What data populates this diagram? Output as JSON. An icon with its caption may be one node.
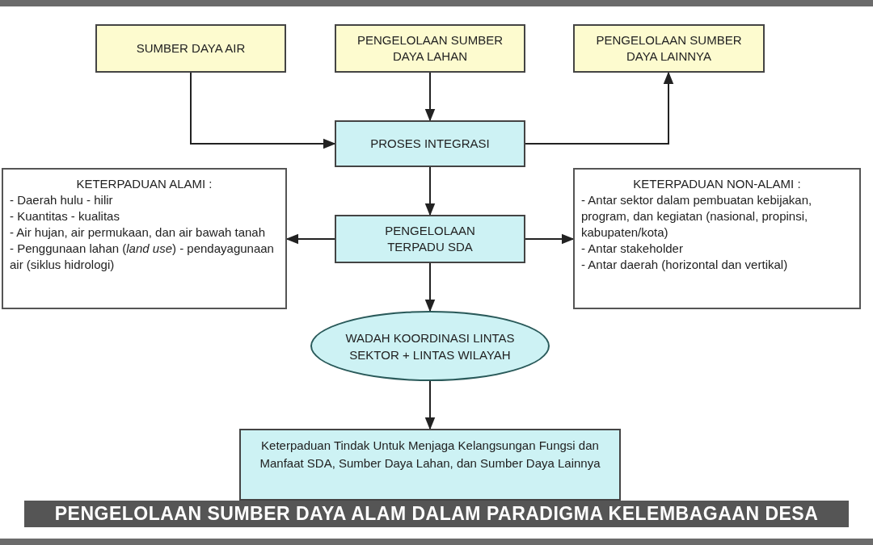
{
  "diagram": {
    "title": "PENGELOLAAN SUMBER DAYA ALAM DALAM PARADIGMA KELEMBAGAAN DESA",
    "nodes": [
      {
        "text": [
          "SUMBER DAYA AIR"
        ]
      },
      {
        "text": [
          "PENGELOLAAN SUMBER DAYA LAHAN"
        ]
      },
      {
        "text": [
          "PENGELOLAAN SUMBER DAYA LAINNYA"
        ]
      },
      {
        "text": [
          "PROSES INTEGRASI"
        ]
      },
      {
        "text": [
          "KETERPADUAN ALAMI :",
          "- Daerah hulu - hilir",
          "- Kuantitas - kualitas",
          "- Air hujan, air permukaan, dan air bawah tanah",
          "- Penggunaan lahan (*land use*) - pendayagunaan air (siklus hidrologi)"
        ]
      },
      {
        "text": [
          "PENGELOLAAN TERPADU SDA"
        ]
      },
      {
        "text": [
          "KETERPADUAN NON-ALAMI :",
          "- Antar sektor dalam pembuatan kebijakan, program, dan kegiatan (nasional, propinsi, kabupaten/kota)",
          "- Antar stakeholder",
          "- Antar daerah (horizontal dan vertikal)"
        ]
      },
      {
        "text": [
          "WADAH KOORDINASI LINTAS SEKTOR + LINTAS WILAYAH"
        ]
      },
      {
        "text": [
          "Keterpaduan Tindak Untuk Menjaga Kelangsungan Fungsi dan Manfaat SDA, Sumber Daya Lahan, dan Sumber Daya Lainnya"
        ]
      }
    ],
    "edges": [
      {
        "from": 0,
        "to": 3,
        "arrow": "to"
      },
      {
        "from": 1,
        "to": 3,
        "arrow": "to"
      },
      {
        "from": 3,
        "to": 2,
        "arrow": "to"
      },
      {
        "from": 3,
        "to": 5,
        "arrow": "to"
      },
      {
        "from": 5,
        "to": 4,
        "arrow": "to"
      },
      {
        "from": 5,
        "to": 6,
        "arrow": "to"
      },
      {
        "from": 5,
        "to": 7,
        "arrow": "to"
      },
      {
        "from": 7,
        "to": 8,
        "arrow": "to"
      }
    ]
  }
}
